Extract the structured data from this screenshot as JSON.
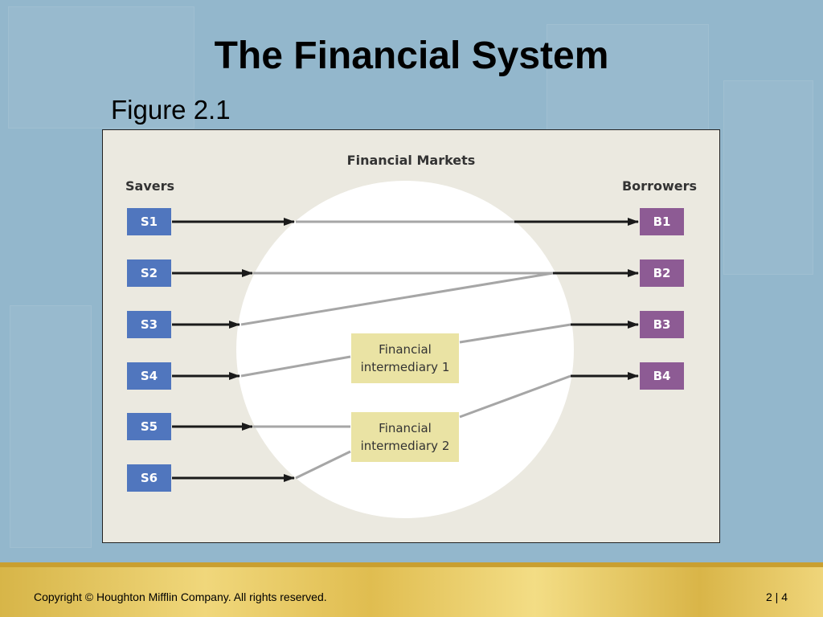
{
  "slide": {
    "title": "The Financial System",
    "figure_label": "Figure 2.1"
  },
  "diagram": {
    "markets_label": "Financial Markets",
    "savers_label": "Savers",
    "borrowers_label": "Borrowers",
    "savers": [
      "S1",
      "S2",
      "S3",
      "S4",
      "S5",
      "S6"
    ],
    "borrowers": [
      "B1",
      "B2",
      "B3",
      "B4"
    ],
    "intermediaries": [
      {
        "line1": "Financial",
        "line2": "intermediary 1"
      },
      {
        "line1": "Financial",
        "line2": "intermediary 2"
      }
    ],
    "flows": [
      {
        "from": "S1",
        "to": "B1",
        "via": "direct"
      },
      {
        "from": "S2",
        "to": "B2",
        "via": "direct"
      },
      {
        "from": "S3",
        "to": "B2",
        "via": "direct"
      },
      {
        "from": "S4",
        "to": "B3",
        "via": "Financial intermediary 1"
      },
      {
        "from": "S5",
        "to": "B4",
        "via": "Financial intermediary 2"
      },
      {
        "from": "S6",
        "to": "B4",
        "via": "Financial intermediary 2"
      }
    ],
    "colors": {
      "saver": "#5076be",
      "borrower": "#8d5b94",
      "intermediary": "#eae3a4",
      "circle": "#ffffff",
      "arrow": "#1a1a1a",
      "inner_line": "#a6a6a6"
    }
  },
  "footer": {
    "copyright": "Copyright © Houghton Mifflin Company.  All rights reserved.",
    "page": "2 | 4"
  }
}
